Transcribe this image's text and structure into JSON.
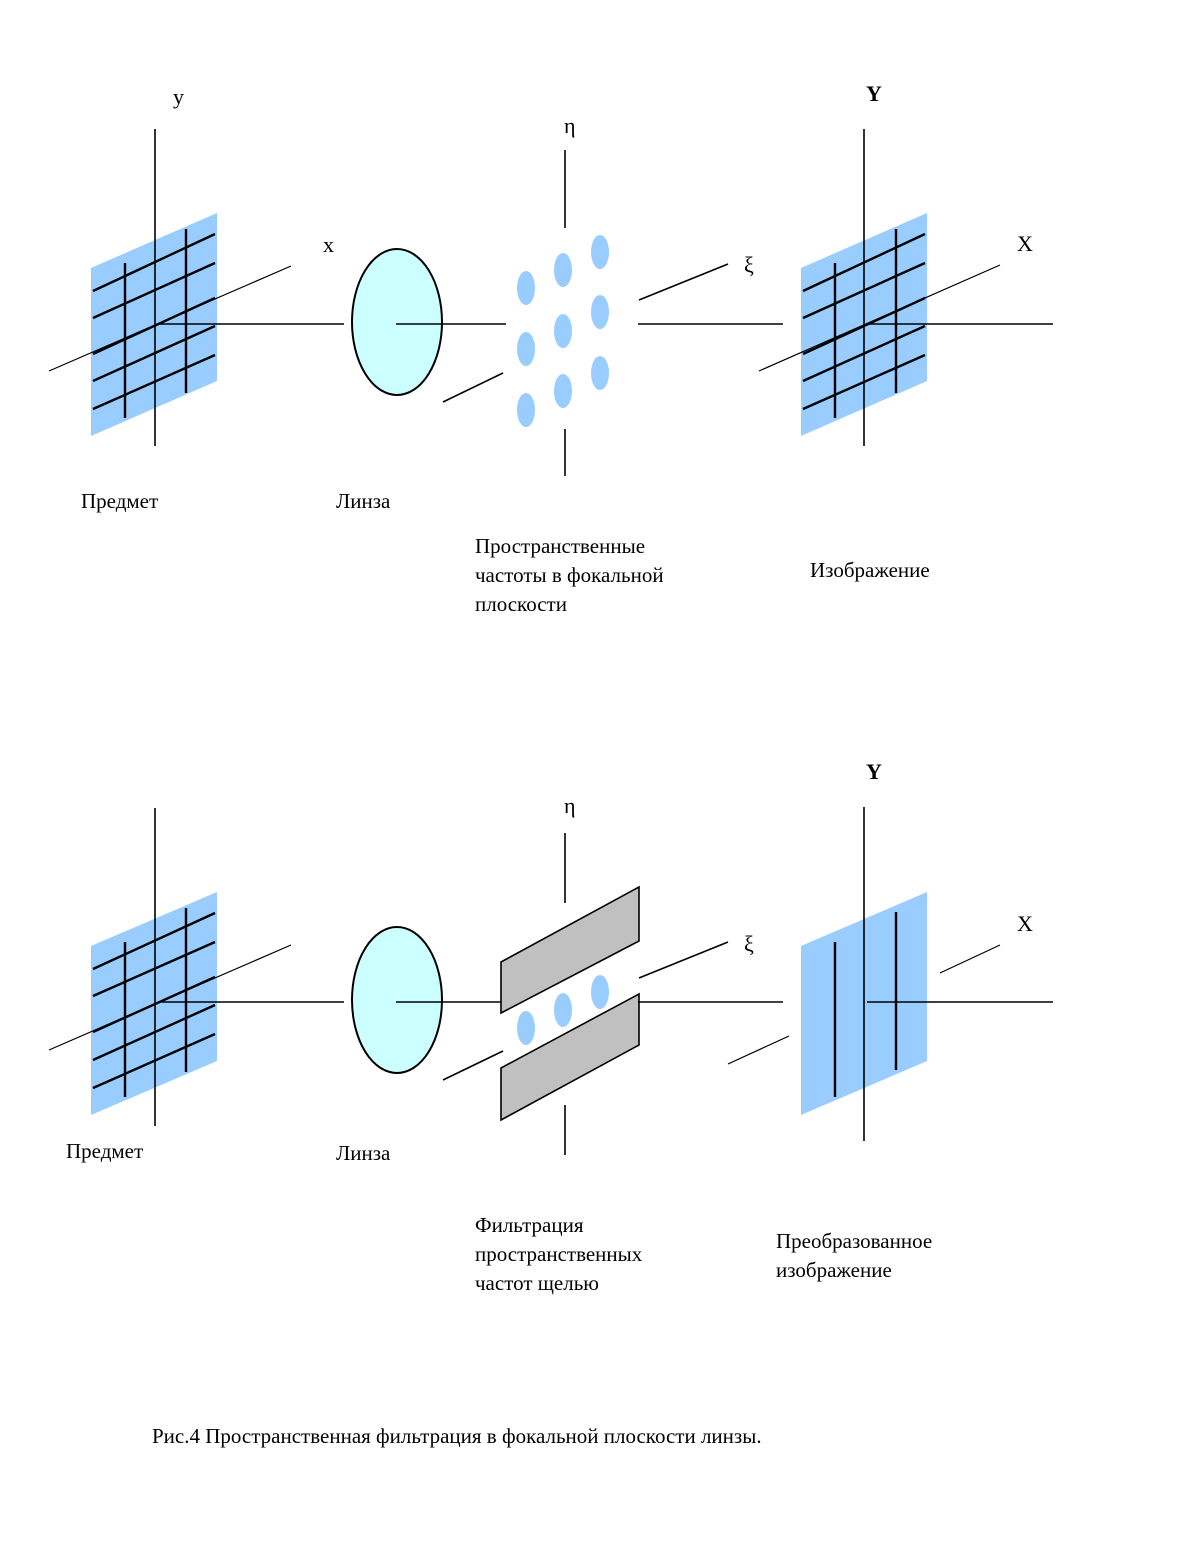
{
  "colors": {
    "plane": "#99ccff",
    "lens": "#ccffff",
    "spot": "#99ccff",
    "slit_plate": "#c0c0c0"
  },
  "top_panel": {
    "object_axis_y": "y",
    "object_axis_x": "x",
    "focal_axis_eta": "η",
    "focal_axis_xi": "ξ",
    "image_axis_y": "Y",
    "image_axis_x": "X",
    "object_caption": "Предмет",
    "lens_caption": "Линза",
    "focal_caption": [
      "Пространственные",
      "частоты в фокальной",
      "плоскости"
    ],
    "image_caption": "Изображение"
  },
  "bottom_panel": {
    "focal_axis_eta": "η",
    "focal_axis_xi": "ξ",
    "image_axis_y": "Y",
    "image_axis_x": "X",
    "object_caption": "Предмет",
    "lens_caption": "Линза",
    "filter_caption": [
      "Фильтрация",
      "пространственных",
      "частот  щелью"
    ],
    "image_caption": [
      "Преобразованное",
      "изображение"
    ]
  },
  "figure_caption": "Рис.4  Пространственная фильтрация в фокальной плоскости линзы."
}
